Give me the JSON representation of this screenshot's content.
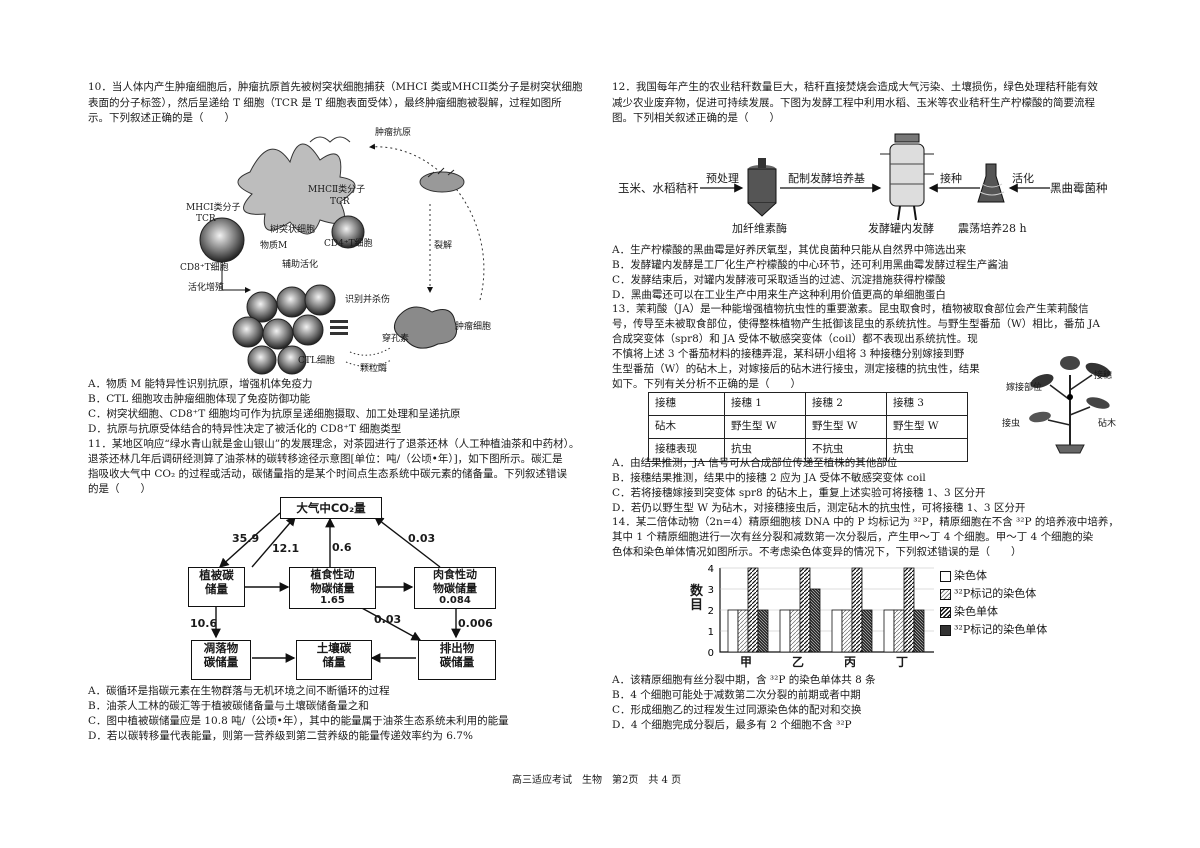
{
  "q10": {
    "stem": [
      "10．当人体内产生肿瘤细胞后，肿瘤抗原首先被树突状细胞捕获（MHCI 类或MHCII类分子是树突状细胞",
      "表面的分子标签），然后呈递给 T 细胞（TCR 是 T 细胞表面受体），最终肿瘤细胞被裂解，过程如图所",
      "示。下列叙述正确的是（　　）"
    ],
    "figure_labels": {
      "tumor_antigen": "肿瘤抗原",
      "mhc2": "MHCⅡ类分子",
      "mhc1": "MHCⅠ类分子",
      "tcr_left": "TCR",
      "tcr_right": "TCR",
      "dendritic": "树突状细胞",
      "substance_m": "物质M",
      "cd4": "CD4⁺T细胞",
      "assist": "辅助活化",
      "cd8": "CD8⁺T细胞",
      "lysis": "裂解",
      "activate": "活化增殖",
      "recognize": "识别并杀伤",
      "tumor_cell": "肿瘤细胞",
      "perforin": "穿孔素",
      "ctl": "CTL细胞",
      "granule": "颗粒酶"
    },
    "options": [
      "A．物质 M 能特异性识别抗原，增强机体免疫力",
      "B．CTL 细胞攻击肿瘤细胞体现了免疫防御功能",
      "C．树突状细胞、CD8⁺T 细胞均可作为抗原呈递细胞摄取、加工处理和呈递抗原",
      "D．抗原与抗原受体结合的特异性决定了被活化的 CD8⁺T 细胞类型"
    ]
  },
  "q11": {
    "stem": [
      "11．某地区响应“绿水青山就是金山银山”的发展理念，对茶园进行了退茶还林（人工种植油茶和中药材）。",
      "退茶还林几年后调研经测算了油茶林的碳转移途径示意图[单位：吨/（公顷•年）]，如下图所示。碳汇是",
      "指吸收大气中 CO₂ 的过程或活动，碳储量指的是某个时间点生态系统中碳元素的储备量。下列叙述错误",
      "的是（　　）"
    ],
    "boxes": {
      "atmos": "大气中CO₂量",
      "veg": [
        "植被碳",
        "储量"
      ],
      "herb": [
        "植食性动",
        "物碳储量",
        "1.65"
      ],
      "carn": [
        "肉食性动",
        "物碳储量",
        "0.084"
      ],
      "litter": [
        "凋落物",
        "碳储量"
      ],
      "soil": [
        "土壤碳",
        "储量"
      ],
      "excr": [
        "排出物",
        "碳储量"
      ]
    },
    "flows": [
      "35.9",
      "12.1",
      "0.6",
      "0.03",
      "10.6",
      "0.03",
      "0.006"
    ],
    "options": [
      "A．碳循环是指碳元素在生物群落与无机环境之间不断循环的过程",
      "B．油茶人工林的碳汇等于植被碳储备量与土壤碳储备量之和",
      "C．图中植被碳储量应是 10.8 吨/（公顷•年），其中的能量属于油茶生态系统未利用的能量",
      "D．若以碳转移量代表能量，则第一营养级到第二营养级的能量传递效率约为 6.7%"
    ]
  },
  "q12": {
    "stem": [
      "12．我国每年产生的农业秸秆数量巨大，秸秆直接焚烧会造成大气污染、土壤损伤，绿色处理秸秆能有效",
      "减少农业废弃物，促进可持续发展。下图为发酵工程中利用水稻、玉米等农业秸秆生产柠檬酸的简要流程",
      "图。下列相关叙述正确的是（　　）"
    ],
    "flow": {
      "raw": "玉米、水稻秸秆",
      "pretreat": "预处理",
      "medium": "配制发酵培养基",
      "inoculate": "接种",
      "activate": "活化",
      "strain": "黑曲霉菌种",
      "cap1": "加纤维素酶",
      "cap2": "发酵罐内发酵",
      "cap3": "震荡培养28 h"
    },
    "options": [
      "A．生产柠檬酸的黑曲霉是好养厌氧型，其优良菌种只能从自然界中筛选出来",
      "B．发酵罐内发酵是工厂化生产柠檬酸的中心环节，还可利用黑曲霉发酵过程生产酱油",
      "C．发酵结束后，对罐内发酵液可采取适当的过滤、沉淀措施获得柠檬酸",
      "D．黑曲霉还可以在工业生产中用来生产这种利用价值更高的单细胞蛋白"
    ]
  },
  "q13": {
    "stem": [
      "13．茉莉酸（JA）是一种能增强植物抗虫性的重要激素。昆虫取食时，植物被取食部位会产生茉莉酸信",
      "号，传导至未被取食部位，使得整株植物产生抵御该昆虫的系统抗性。与野生型番茄（W）相比，番茄 JA",
      "合成突变体（spr8）和 JA 受体不敏感突变体（coil）都不表现出系统抗性。现",
      "不慎将上述 3 个番茄材料的接穗弄混，某科研小组将 3 种接穗分别嫁接到野",
      "生型番茄（W）的砧木上，对嫁接后的砧木进行接虫，测定接穗的抗虫性，结果",
      "如下。下列有关分析不正确的是（　　）"
    ],
    "table": {
      "rows": [
        [
          "接穗",
          "接穗 1",
          "接穗 2",
          "接穗 3"
        ],
        [
          "砧木",
          "野生型 W",
          "野生型 W",
          "野生型 W"
        ],
        [
          "接穗表现",
          "抗虫",
          "不抗虫",
          "抗虫"
        ]
      ]
    },
    "plant_labels": {
      "scion": "接穗",
      "graft": "嫁接部位",
      "insect": "接虫",
      "stock": "砧木"
    },
    "options": [
      "A．由结果推测，JA 信号可从合成部位传递至植株的其他部位",
      "B．接穗结果推测，结果中的接穗 2 应为 JA 受体不敏感突变体 coil",
      "C．若将接穗嫁接到突变体 spr8 的砧木上，重复上述实验可将接穗 1、3 区分开",
      "D．若仍以野生型 W 为砧木，对接穗接虫后，测定砧木的抗虫性，可将接穗 1、3 区分开"
    ]
  },
  "q14": {
    "stem": [
      "14．某二倍体动物（2n=4）精原细胞核 DNA 中的 P 均标记为 ³²P，精原细胞在不含 ³²P 的培养液中培养，",
      "其中 1 个精原细胞进行一次有丝分裂和减数第一次分裂后，产生甲～丁 4 个细胞。甲～丁 4 个细胞的染",
      "色体和染色单体情况如图所示。不考虑染色体变异的情况下，下列叙述错误的是（　　）"
    ],
    "options": [
      "A．该精原细胞有丝分裂中期，含 ³²P 的染色单体共 8 条",
      "B．4 个细胞可能处于减数第二次分裂的前期或者中期",
      "C．形成细胞乙的过程发生过同源染色体的配对和交换",
      "D．4 个细胞完成分裂后，最多有 2 个细胞不含 ³²P"
    ]
  },
  "chart_data": {
    "type": "bar",
    "categories": [
      "甲",
      "乙",
      "丙",
      "丁"
    ],
    "ylabel": "数目",
    "ylim": [
      0,
      4
    ],
    "yticks": [
      "0",
      "1",
      "2",
      "3",
      "4"
    ],
    "series": [
      {
        "name": "染色体",
        "values": [
          2,
          2,
          2,
          2
        ],
        "pattern": "blank"
      },
      {
        "name": "³²P标记的染色体",
        "values": [
          2,
          2,
          2,
          2
        ],
        "pattern": "light-hatch"
      },
      {
        "name": "染色单体",
        "values": [
          4,
          4,
          4,
          4
        ],
        "pattern": "diagonal"
      },
      {
        "name": "³²P标记的染色单体",
        "values": [
          2,
          3,
          2,
          2
        ],
        "pattern": "dense"
      }
    ]
  },
  "footer": "高三适应考试　生物　第2页　共 4 页"
}
